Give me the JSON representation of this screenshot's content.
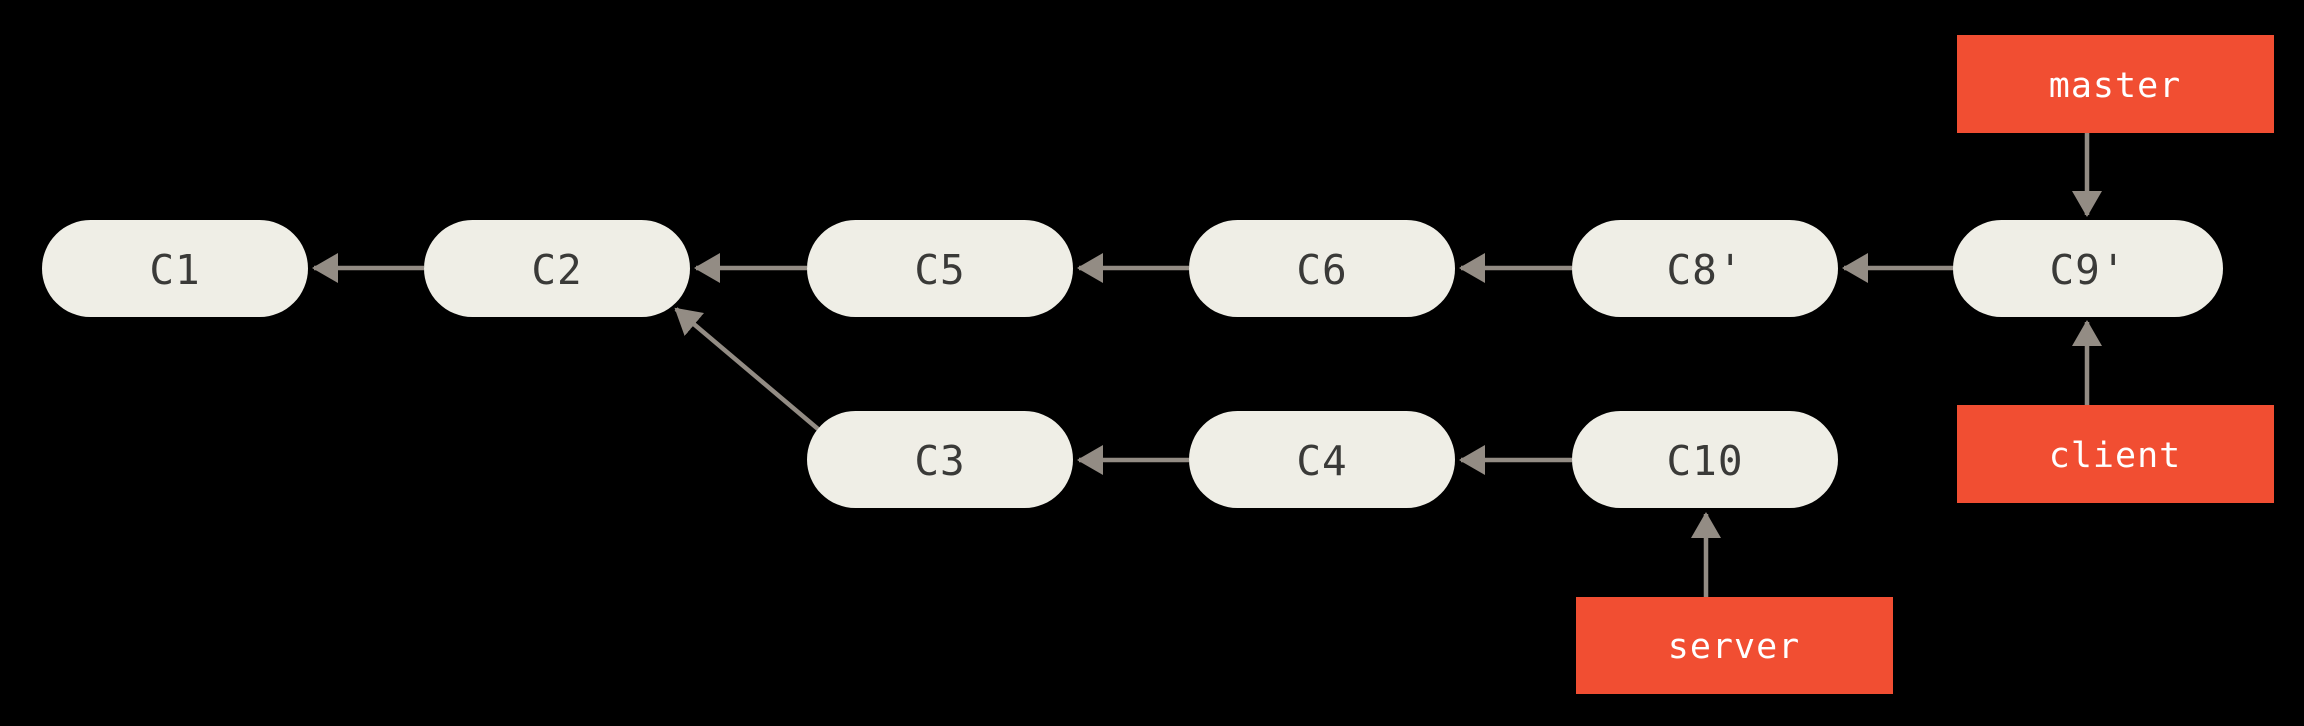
{
  "diagram": {
    "type": "git-commit-graph",
    "colors": {
      "background": "#000000",
      "commit_fill": "#efeee6",
      "commit_text": "#3a3a38",
      "branch_fill": "#f14e32",
      "branch_text": "#ffffff",
      "arrow": "#938c84"
    },
    "commits": [
      {
        "label": "C1",
        "row": "top"
      },
      {
        "label": "C2",
        "row": "top"
      },
      {
        "label": "C5",
        "row": "top"
      },
      {
        "label": "C6",
        "row": "top"
      },
      {
        "label": "C8'",
        "row": "top"
      },
      {
        "label": "C9'",
        "row": "top"
      },
      {
        "label": "C3",
        "row": "bottom"
      },
      {
        "label": "C4",
        "row": "bottom"
      },
      {
        "label": "C10",
        "row": "bottom"
      }
    ],
    "edges": [
      {
        "from": "C2",
        "to": "C1"
      },
      {
        "from": "C5",
        "to": "C2"
      },
      {
        "from": "C6",
        "to": "C5"
      },
      {
        "from": "C8'",
        "to": "C6"
      },
      {
        "from": "C9'",
        "to": "C8'"
      },
      {
        "from": "C3",
        "to": "C2"
      },
      {
        "from": "C4",
        "to": "C3"
      },
      {
        "from": "C10",
        "to": "C4"
      },
      {
        "from": "master",
        "to": "C9'"
      },
      {
        "from": "client",
        "to": "C9'"
      },
      {
        "from": "server",
        "to": "C10"
      }
    ],
    "branches": [
      {
        "label": "master",
        "points_to": "C9'"
      },
      {
        "label": "client",
        "points_to": "C9'"
      },
      {
        "label": "server",
        "points_to": "C10"
      }
    ]
  }
}
